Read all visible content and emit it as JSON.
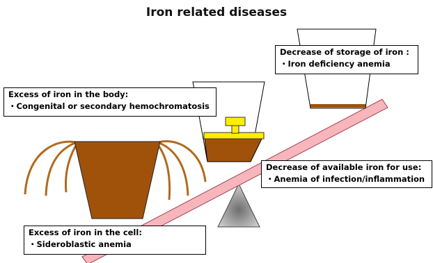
{
  "title": "Iron related diseases",
  "labels": {
    "storage": {
      "heading": "Decrease of storage of iron :",
      "item": "・Iron deficiency anemia"
    },
    "body": {
      "heading": "Excess of iron in the body:",
      "item": "・Congenital or secondary hemochromatosis"
    },
    "available": {
      "heading": "Decrease of available iron for use:",
      "item": "・Anemia of infection/inflammation"
    },
    "cell": {
      "heading": "Excess of iron in the cell:",
      "item": "・Sideroblastic anemia"
    }
  },
  "colors": {
    "iron_brown": "#a0520a",
    "overflow_brown": "#b06a1e",
    "beam_pink": "#f7b6bb",
    "weight_yellow": "#ffee00",
    "fulcrum_gray": "#9a9a9a"
  }
}
